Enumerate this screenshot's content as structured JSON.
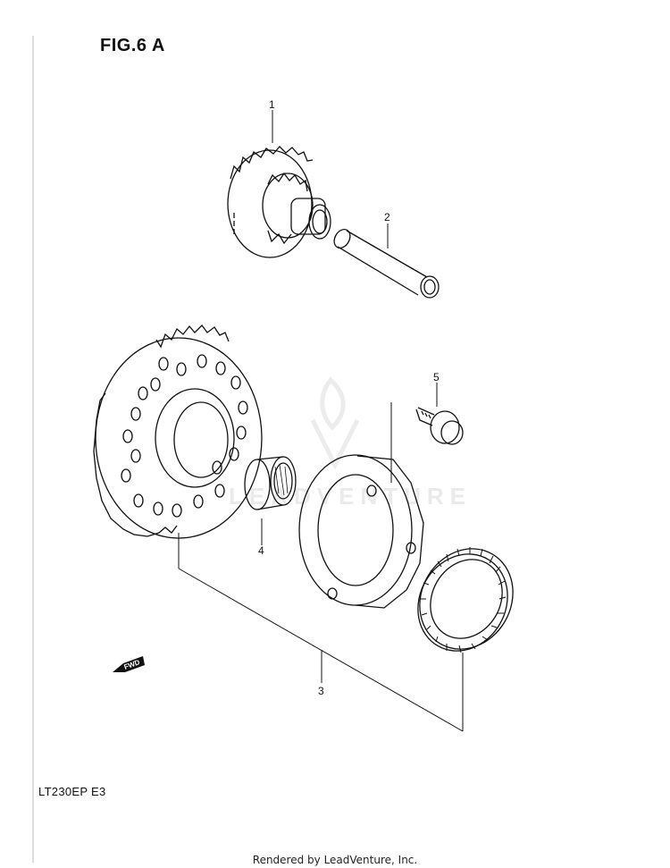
{
  "figure": {
    "title": "FIG.6 A"
  },
  "model": {
    "code": "LT230EP  E3"
  },
  "callouts": [
    {
      "id": "callout-1",
      "number": "1"
    },
    {
      "id": "callout-2",
      "number": "2"
    },
    {
      "id": "callout-3",
      "number": "3"
    },
    {
      "id": "callout-4",
      "number": "4"
    },
    {
      "id": "callout-5",
      "number": "5"
    }
  ],
  "direction_badge": {
    "label": "FWD"
  },
  "watermark": {
    "text": "LEADVENTURE"
  },
  "footer": {
    "credit": "Rendered by LeadVenture, Inc."
  }
}
